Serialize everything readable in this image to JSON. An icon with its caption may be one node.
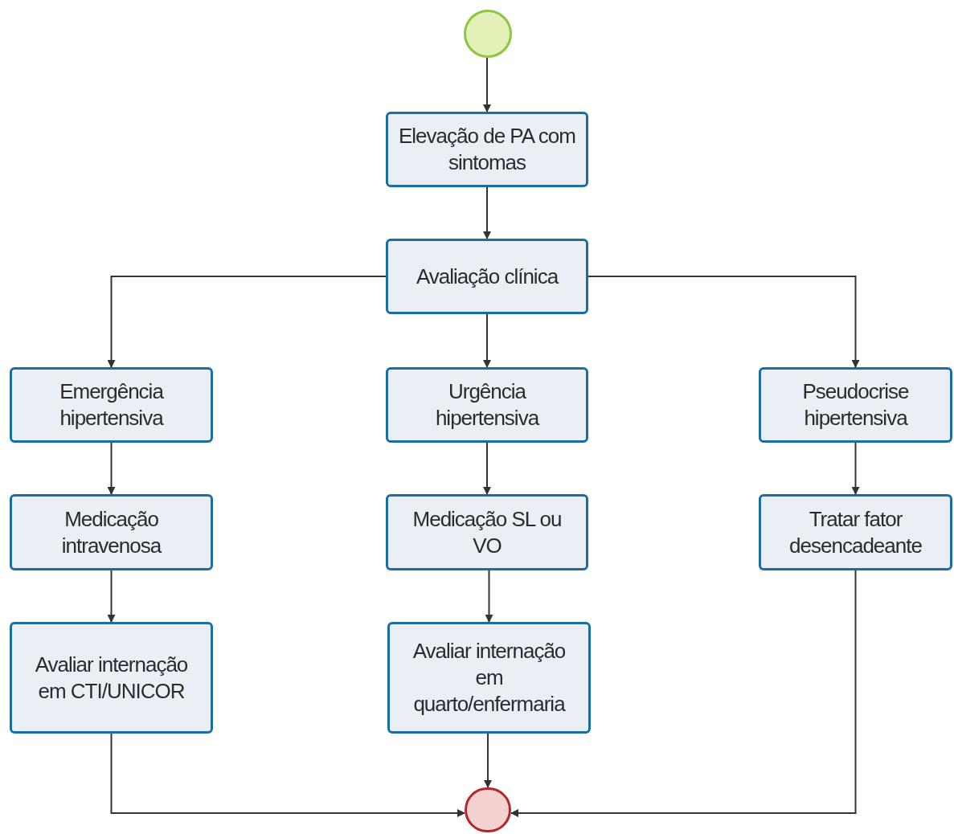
{
  "diagram": {
    "nodes": [
      {
        "text": [],
        "shape": "circle"
      },
      {
        "text": [
          "Elevação de PA com sintomas"
        ]
      },
      {
        "text": [
          "Avaliação clínica"
        ]
      },
      {
        "text": [
          "Emergência hipertensiva"
        ]
      },
      {
        "text": [
          "Urgência hipertensiva"
        ]
      },
      {
        "text": [
          "Pseudocrise hipertensiva"
        ]
      },
      {
        "text": [
          "Medicação intravenosa"
        ]
      },
      {
        "text": [
          "Medicação SL ou VO"
        ]
      },
      {
        "text": [
          "Tratar fator desencadeante"
        ]
      },
      {
        "text": [
          "Avaliar internação em CTI/UNICOR"
        ]
      },
      {
        "text": [
          "Avaliar internação em quarto/enfermaria"
        ]
      },
      {
        "text": [],
        "shape": "circle"
      }
    ],
    "edges": [
      {
        "from": 0,
        "to": 1,
        "arrow": "to"
      },
      {
        "from": 1,
        "to": 2,
        "arrow": "to"
      },
      {
        "from": 2,
        "to": 3,
        "arrow": "to"
      },
      {
        "from": 2,
        "to": 4,
        "arrow": "to"
      },
      {
        "from": 2,
        "to": 5,
        "arrow": "to"
      },
      {
        "from": 3,
        "to": 6,
        "arrow": "to"
      },
      {
        "from": 6,
        "to": 9,
        "arrow": "to"
      },
      {
        "from": 4,
        "to": 7,
        "arrow": "to"
      },
      {
        "from": 7,
        "to": 10,
        "arrow": "to"
      },
      {
        "from": 5,
        "to": 8,
        "arrow": "to"
      },
      {
        "from": 9,
        "to": 11,
        "arrow": "to"
      },
      {
        "from": 10,
        "to": 11,
        "arrow": "to"
      },
      {
        "from": 8,
        "to": 11,
        "arrow": "to"
      }
    ]
  }
}
